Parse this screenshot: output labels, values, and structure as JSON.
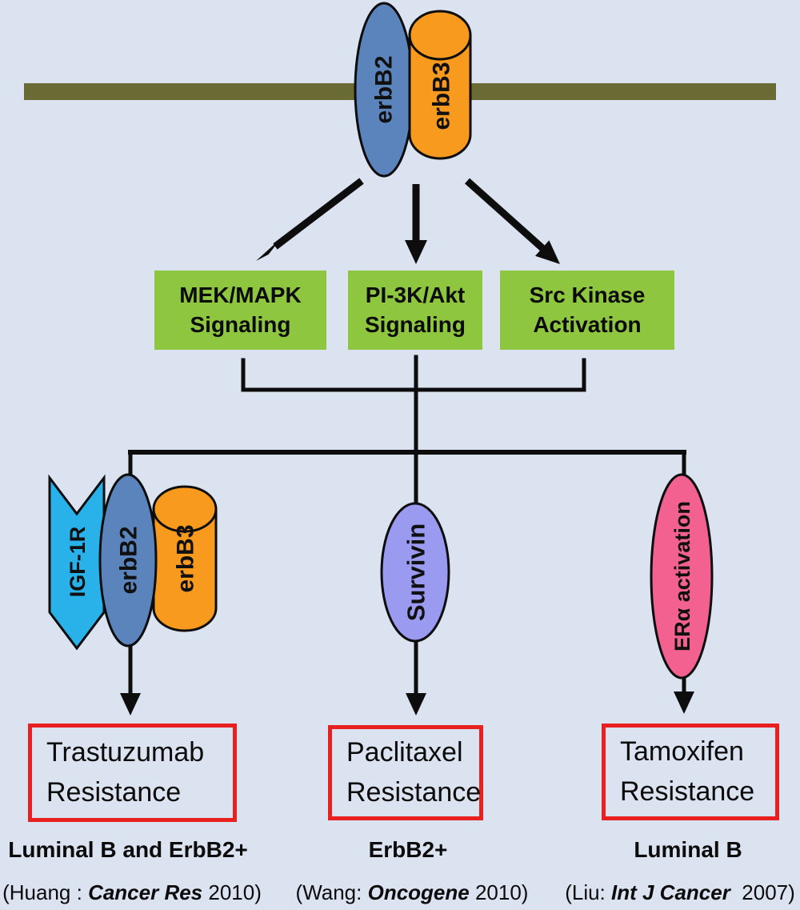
{
  "colors": {
    "background": "#dce3f0",
    "membrane_olive": "#6a6b34",
    "erbb2_blue": "#5b84bd",
    "erbb3_orange": "#f89a1d",
    "pathway_green": "#8ec63f",
    "igf1r_cyan": "#29b2ea",
    "survivin_lavender": "#9a9af0",
    "era_pink": "#f2618f",
    "outcome_border_red": "#e8201f",
    "line_black": "#0d0d0d"
  },
  "receptor_complex": {
    "erbb2_label": "erbB2",
    "erbb3_label": "erbB3"
  },
  "pathway_boxes": [
    {
      "line1": "MEK/MAPK",
      "line2": "Signaling"
    },
    {
      "line1": "PI-3K/Akt",
      "line2": "Signaling"
    },
    {
      "line1": "Src Kinase",
      "line2": "Activation"
    }
  ],
  "branches": [
    {
      "mediators": [
        {
          "label": "IGF-1R"
        },
        {
          "label": "erbB2"
        },
        {
          "label": "erbB3"
        }
      ],
      "outcome_line1": "Trastuzumab",
      "outcome_line2": "Resistance",
      "subtype": "Luminal B and ErbB2+",
      "citation_prefix": "(Huang : ",
      "citation_journal": "Cancer Res",
      "citation_suffix": " 2010)"
    },
    {
      "mediators": [
        {
          "label": "Survivin"
        }
      ],
      "outcome_line1": "Paclitaxel",
      "outcome_line2": "Resistance",
      "subtype": "ErbB2+",
      "citation_prefix": "(Wang: ",
      "citation_journal": "Oncogene",
      "citation_suffix": " 2010)"
    },
    {
      "mediators": [
        {
          "label": "ERα activation"
        }
      ],
      "outcome_line1": "Tamoxifen",
      "outcome_line2": "Resistance",
      "subtype": "Luminal B",
      "citation_prefix": "(Liu: ",
      "citation_journal": "Int J Cancer",
      "citation_suffix": "  2007)"
    }
  ]
}
